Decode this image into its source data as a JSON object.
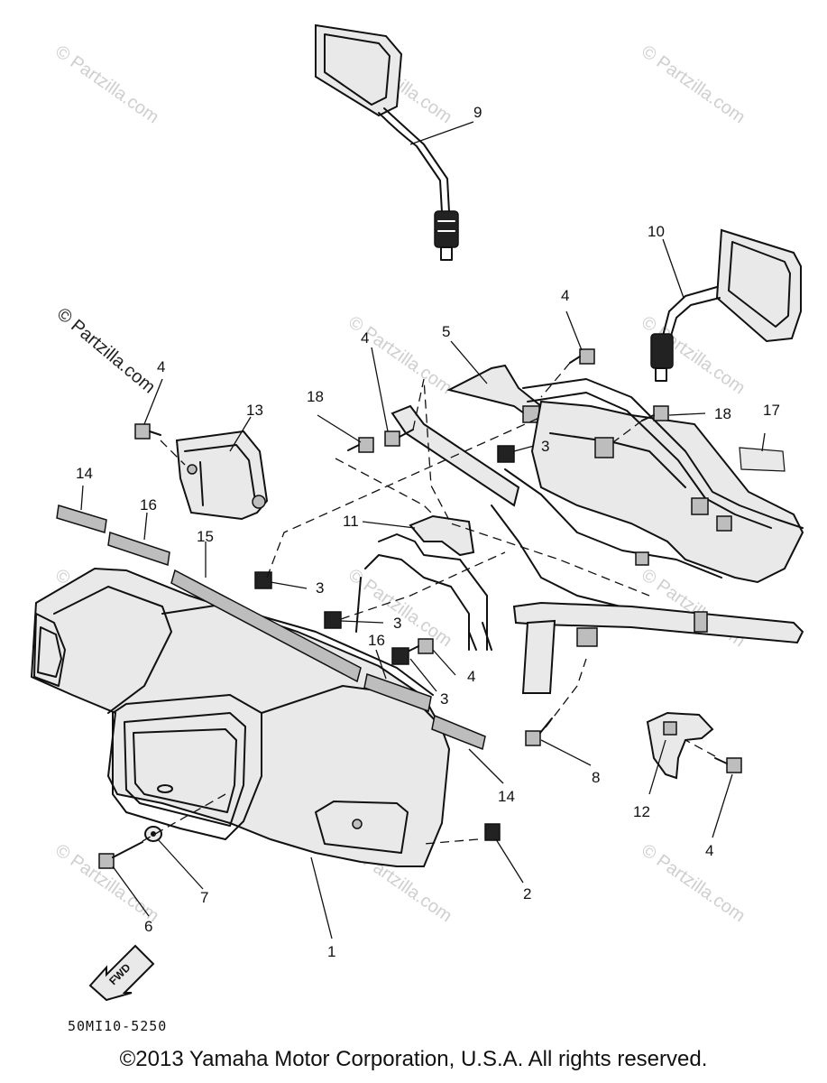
{
  "diagram": {
    "callouts": [
      {
        "id": "c1",
        "text": "1"
      },
      {
        "id": "c2",
        "text": "2"
      },
      {
        "id": "c3a",
        "text": "3"
      },
      {
        "id": "c3b",
        "text": "3"
      },
      {
        "id": "c3c",
        "text": "3"
      },
      {
        "id": "c3d",
        "text": "3"
      },
      {
        "id": "c4a",
        "text": "4"
      },
      {
        "id": "c4b",
        "text": "4"
      },
      {
        "id": "c4c",
        "text": "4"
      },
      {
        "id": "c4d",
        "text": "4"
      },
      {
        "id": "c4e",
        "text": "4"
      },
      {
        "id": "c5",
        "text": "5"
      },
      {
        "id": "c6",
        "text": "6"
      },
      {
        "id": "c7",
        "text": "7"
      },
      {
        "id": "c8",
        "text": "8"
      },
      {
        "id": "c9",
        "text": "9"
      },
      {
        "id": "c10",
        "text": "10"
      },
      {
        "id": "c11",
        "text": "11"
      },
      {
        "id": "c12",
        "text": "12"
      },
      {
        "id": "c13",
        "text": "13"
      },
      {
        "id": "c14a",
        "text": "14"
      },
      {
        "id": "c14b",
        "text": "14"
      },
      {
        "id": "c15",
        "text": "15"
      },
      {
        "id": "c16a",
        "text": "16"
      },
      {
        "id": "c16b",
        "text": "16"
      },
      {
        "id": "c17",
        "text": "17"
      },
      {
        "id": "c18a",
        "text": "18"
      },
      {
        "id": "c18b",
        "text": "18"
      }
    ],
    "fwd_label": "FWD",
    "drawing_code": "50MI10-5250",
    "watermark": "© Partzilla.com",
    "copyright": "©2013  Yamaha Motor Corporation, U.S.A. All rights reserved."
  }
}
